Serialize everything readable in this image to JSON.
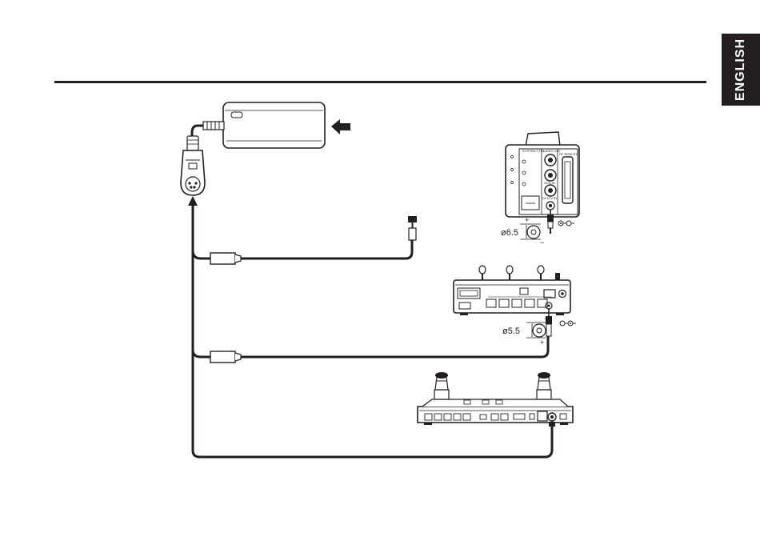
{
  "side_tab": {
    "label": "ENGLISH"
  },
  "camera": {
    "panel_labels": [
      "SYSTEM CTRL",
      "VIDEO OUT",
      "RF REMOTE",
      "GEN IN",
      "DC12V IN"
    ],
    "plug_diameter": "ø6.5"
  },
  "camera_control_unit": {
    "plug_diameter": "ø5.5"
  },
  "colors": {
    "ink": "#231f20",
    "paper": "#ffffff"
  },
  "icons": [
    "power-adapter-icon",
    "insert-arrow-icon",
    "xlr-connector-icon",
    "camera-icon",
    "switcher-icon",
    "controller-icon",
    "polarity-symbol-icon"
  ]
}
